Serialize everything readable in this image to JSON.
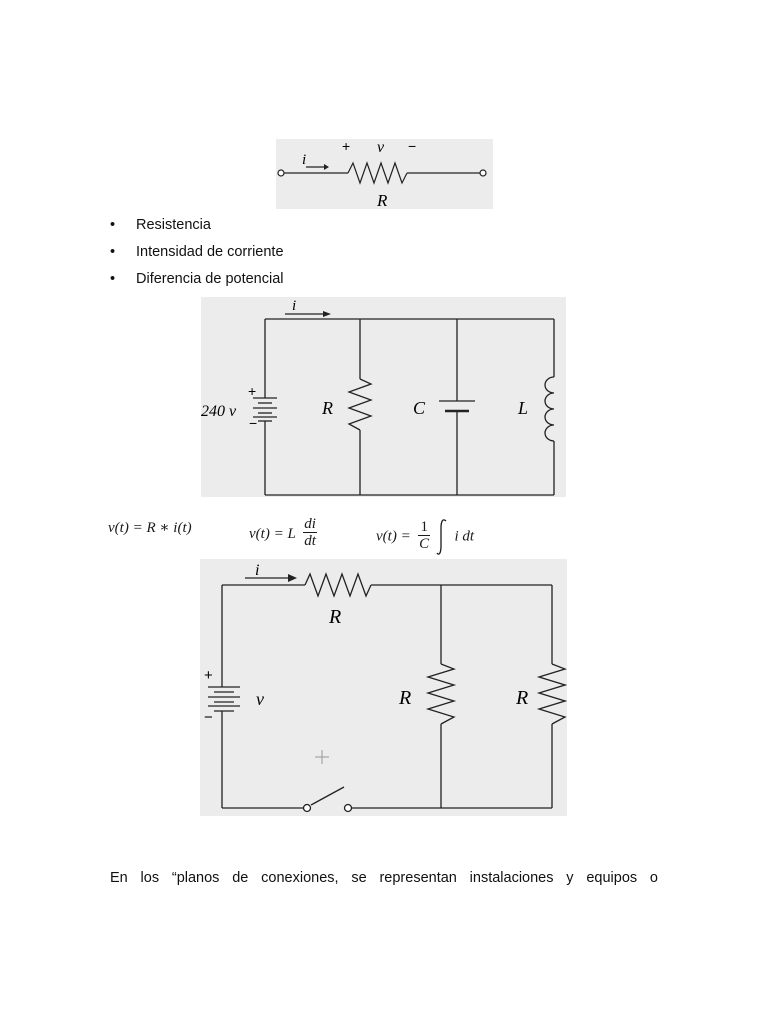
{
  "figure1": {
    "current_label": "i",
    "plus_sign": "+",
    "voltage_label": "v",
    "minus_sign": "−",
    "resistor_label": "R"
  },
  "bullets": [
    "Resistencia",
    "Intensidad de corriente",
    "Diferencia de potencial"
  ],
  "figure2": {
    "current_label": "i",
    "plus_sign": "+",
    "minus_sign": "−",
    "source_label": "240 v",
    "resistor_label": "R",
    "capacitor_label": "C",
    "inductor_label": "L"
  },
  "equations": {
    "resistor": "v(t) = R ∗ i(t)",
    "inductor_lhs": "v(t) = L",
    "inductor_num": "di",
    "inductor_den": "dt",
    "capacitor_lhs": "v(t) =",
    "capacitor_num": "1",
    "capacitor_den": "C",
    "capacitor_rhs": "i dt"
  },
  "figure3": {
    "current_label": "i",
    "plus_sign": "+",
    "minus_sign": "−",
    "source_label": "v",
    "top_resistor_label": "R",
    "middle_resistor_label": "R",
    "right_resistor_label": "R"
  },
  "paragraph": "En los “planos de conexiones, se representan instalaciones y equipos o"
}
